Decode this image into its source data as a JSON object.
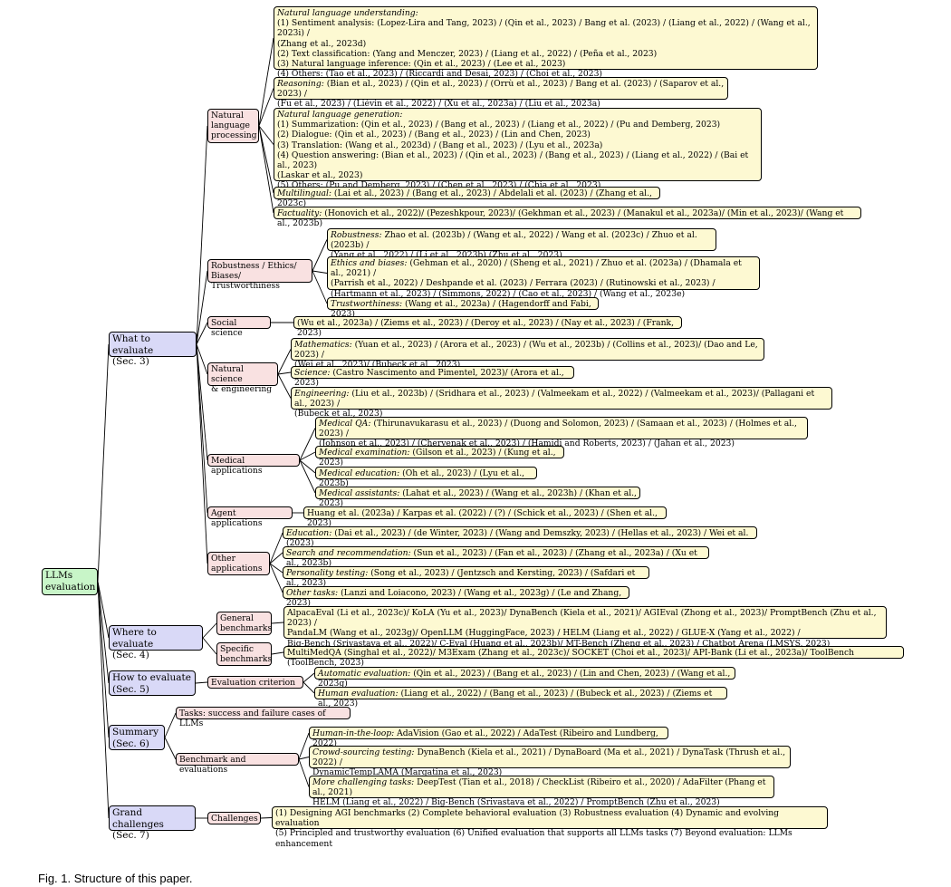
{
  "caption": "Fig. 1. Structure of this paper.",
  "tree": {
    "label": "LLMs\nevaluation",
    "children": [
      {
        "label": "What to evaluate\n(Sec. 3)",
        "children": [
          {
            "label": "Natural\nlanguage\nprocessing",
            "children": [
              {
                "tag": "Natural language understanding:",
                "text": "\n(1) Sentiment analysis: (Lopez-Lira and Tang, 2023) / (Qin et al., 2023) / Bang et al. (2023) / (Liang et al., 2022) / (Wang et al., 2023i) /\n(Zhang et al., 2023d)\n(2) Text classification: (Yang and Menczer, 2023) / (Liang et al., 2022) / (Peña et al., 2023)\n(3) Natural language inference: (Qin et al., 2023) / (Lee et al., 2023)\n(4) Others: (Tao et al., 2023) / (Riccardi and Desai, 2023) / (Choi et al., 2023)"
              },
              {
                "tag": "Reasoning:",
                "text": " (Bian et al., 2023) / (Qin et al., 2023) / (Orrù et al., 2023) / Bang et al. (2023) / (Saparov et al., 2023) /\n(Fu et al., 2023) / (Liévin et al., 2022) / (Xu et al., 2023a) / (Liu et al., 2023a)"
              },
              {
                "tag": "Natural language generation:",
                "text": "\n(1) Summarization: (Qin et al., 2023) / (Bang et al., 2023) / (Liang et al., 2022) / (Pu and Demberg, 2023)\n(2) Dialogue: (Qin et al., 2023) / (Bang et al., 2023) / (Lin and Chen, 2023)\n(3) Translation: (Wang et al., 2023d) / (Bang et al., 2023) / (Lyu et al., 2023a)\n(4) Question answering: (Bian et al., 2023) / (Qin et al., 2023) / (Bang et al., 2023) / (Liang et al., 2022) / (Bai et al., 2023)\n(Laskar et al., 2023)\n(5) Others: (Pu and Demberg, 2023) / (Chen et al., 2023) / (Chia et al., 2023)"
              },
              {
                "tag": "Multilingual:",
                "text": " (Lai et al., 2023) / (Bang et al., 2023) / Abdelali et al. (2023) / (Zhang et al., 2023c)"
              },
              {
                "tag": "Factuality:",
                "text": " (Honovich et al., 2022)/ (Pezeshkpour, 2023)/ (Gekhman et al., 2023) / (Manakul et al., 2023a)/ (Min et al., 2023)/ (Wang et al., 2023b)"
              }
            ]
          },
          {
            "label": "Robustness / Ethics/\nBiases/ Trustworthiness",
            "children": [
              {
                "tag": "Robustness:",
                "text": " Zhao et al. (2023b) / (Wang et al., 2022) / Wang et al. (2023c) / Zhuo et al. (2023b) /\n(Yang et al., 2022) / (Li et al., 2023b) (Zhu et al., 2023)"
              },
              {
                "tag": "Ethics and biases:",
                "text": " (Gehman et al., 2020) / (Sheng et al., 2021) / Zhuo et al. (2023a) / (Dhamala et al., 2021) /\n(Parrish et al., 2022) / Deshpande et al. (2023) / Ferrara (2023) / (Rutinowski et al., 2023) /\n(Hartmann et al., 2023) / (Simmons, 2022) / (Cao et al., 2023) / (Wang et al., 2023e)"
              },
              {
                "tag": "Trustworthiness:",
                "text": " (Wang et al., 2023a) / (Hagendorff and Fabi, 2023)"
              }
            ]
          },
          {
            "label": "Social science",
            "children": [
              {
                "tag": "",
                "text": "(Wu et al., 2023a) / (Ziems et al., 2023) / (Deroy et al., 2023) / (Nay et al., 2023) / (Frank, 2023)"
              }
            ]
          },
          {
            "label": "Natural science\n& engineering",
            "children": [
              {
                "tag": "Mathematics:",
                "text": " (Yuan et al., 2023) / (Arora et al., 2023) / (Wu et al., 2023b) / (Collins et al., 2023)/ (Dao and Le, 2023) /\n(Wei et al., 2023)/ (Bubeck et al., 2023)"
              },
              {
                "tag": "Science:",
                "text": " (Castro Nascimento and Pimentel, 2023)/ (Arora et al., 2023)"
              },
              {
                "tag": "Engineering:",
                "text": " (Liu et al., 2023b) / (Sridhara et al., 2023) / (Valmeekam et al., 2022) / (Valmeekam et al., 2023)/ (Pallagani et al., 2023) /\n(Bubeck et al., 2023)"
              }
            ]
          },
          {
            "label": "Medical applications",
            "children": [
              {
                "tag": "Medical QA:",
                "text": " (Thirunavukarasu et al., 2023) / (Duong and Solomon, 2023) / (Samaan et al., 2023) / (Holmes et al., 2023) /\n(Johnson et al., 2023) / (Chervenak et al., 2023) / (Hamidi and Roberts, 2023) / (Jahan et al., 2023)"
              },
              {
                "tag": "Medical examination:",
                "text": " (Gilson et al., 2023) / (Kung et al., 2023)"
              },
              {
                "tag": "Medical education:",
                "text": " (Oh et al., 2023) / (Lyu et al., 2023b)"
              },
              {
                "tag": "Medical assistants:",
                "text": " (Lahat et al., 2023) / (Wang et al., 2023h) / (Khan et al., 2023)"
              }
            ]
          },
          {
            "label": "Agent applications",
            "children": [
              {
                "tag": "",
                "text": "Huang et al. (2023a) / Karpas et al. (2022) / (?) / (Schick et al., 2023) / (Shen et al., 2023)"
              }
            ]
          },
          {
            "label": "Other\napplications",
            "children": [
              {
                "tag": "Education:",
                "text": " (Dai et al., 2023) / (de Winter, 2023) / (Wang and Demszky, 2023) / (Hellas et al., 2023) / Wei et al. (2023)"
              },
              {
                "tag": "Search and recommendation:",
                "text": " (Sun et al., 2023) / (Fan et al., 2023) / (Zhang et al., 2023a) / (Xu et al., 2023b)"
              },
              {
                "tag": "Personality testing:",
                "text": " (Song et al., 2023) / (Jentzsch and Kersting, 2023) / (Safdari et al., 2023)"
              },
              {
                "tag": "Other tasks:",
                "text": " (Lanzi and Loiacono, 2023) / (Wang et al., 2023g) / (Le and Zhang, 2023)"
              }
            ]
          }
        ]
      },
      {
        "label": "Where to evaluate\n(Sec. 4)",
        "children": [
          {
            "label": "General\nbenchmarks",
            "children": [
              {
                "tag": "",
                "text": "AlpacaEval (Li et al., 2023c)/ KoLA (Yu et al., 2023)/ DynaBench (Kiela et al., 2021)/ AGIEval (Zhong et al., 2023)/ PromptBench (Zhu et al., 2023) /\nPandaLM (Wang et al., 2023g)/ OpenLLM (HuggingFace, 2023) / HELM (Liang et al., 2022) / GLUE-X (Yang et al., 2022) /\nBig-Bench (Srivastava et al., 2022)/ C-Eval (Huang et al., 2023b)/ MT-Bench (Zheng et al., 2023) / Chatbot Arena (LMSYS, 2023)"
              }
            ]
          },
          {
            "label": "Specific\nbenchmarks",
            "children": [
              {
                "tag": "",
                "text": "MultiMedQA (Singhal et al., 2022)/ M3Exam (Zhang et al., 2023c)/ SOCKET (Choi et al., 2023)/ API-Bank (Li et al., 2023a)/ ToolBench (ToolBench, 2023)"
              }
            ]
          }
        ]
      },
      {
        "label": "How to evaluate\n(Sec. 5)",
        "children": [
          {
            "label": "Evaluation criterion",
            "children": [
              {
                "tag": "Automatic evaluation:",
                "text": " (Qin et al., 2023) / (Bang et al., 2023) / (Lin and Chen, 2023) / (Wang et al., 2023g)"
              },
              {
                "tag": "Human evaluation:",
                "text": " (Liang et al., 2022) / (Bang et al., 2023) / (Bubeck et al., 2023) / (Ziems et al., 2023)"
              }
            ]
          }
        ]
      },
      {
        "label": "Summary\n(Sec. 6)",
        "children": [
          {
            "label": "Tasks: success and failure cases of LLMs",
            "children": []
          },
          {
            "label": "Benchmark and evaluations",
            "children": [
              {
                "tag": "Human-in-the-loop:",
                "text": " AdaVision (Gao et al., 2022) / AdaTest (Ribeiro and Lundberg, 2022)"
              },
              {
                "tag": "Crowd-sourcing testing:",
                "text": " DynaBench (Kiela et al., 2021) / DynaBoard (Ma et al., 2021) / DynaTask (Thrush et al., 2022) /\nDynamicTempLAMA (Margatina et al., 2023)"
              },
              {
                "tag": "More challenging tasks:",
                "text": " DeepTest (Tian et al., 2018) / CheckList (Ribeiro et al., 2020) / AdaFilter (Phang et al., 2021)\nHELM (Liang et al., 2022) / Big-Bench (Srivastava et al., 2022) / PromptBench (Zhu et al., 2023)"
              }
            ]
          }
        ]
      },
      {
        "label": "Grand challenges\n(Sec. 7)",
        "children": [
          {
            "label": "Challenges",
            "children": [
              {
                "tag": "",
                "text": "(1) Designing AGI benchmarks (2) Complete behavioral evaluation (3) Robustness evaluation (4) Dynamic and evolving evaluation\n(5) Principled and trustworthy evaluation (6) Unified evaluation that supports all LLMs tasks (7) Beyond evaluation: LLMs enhancement"
              }
            ]
          }
        ]
      }
    ]
  }
}
